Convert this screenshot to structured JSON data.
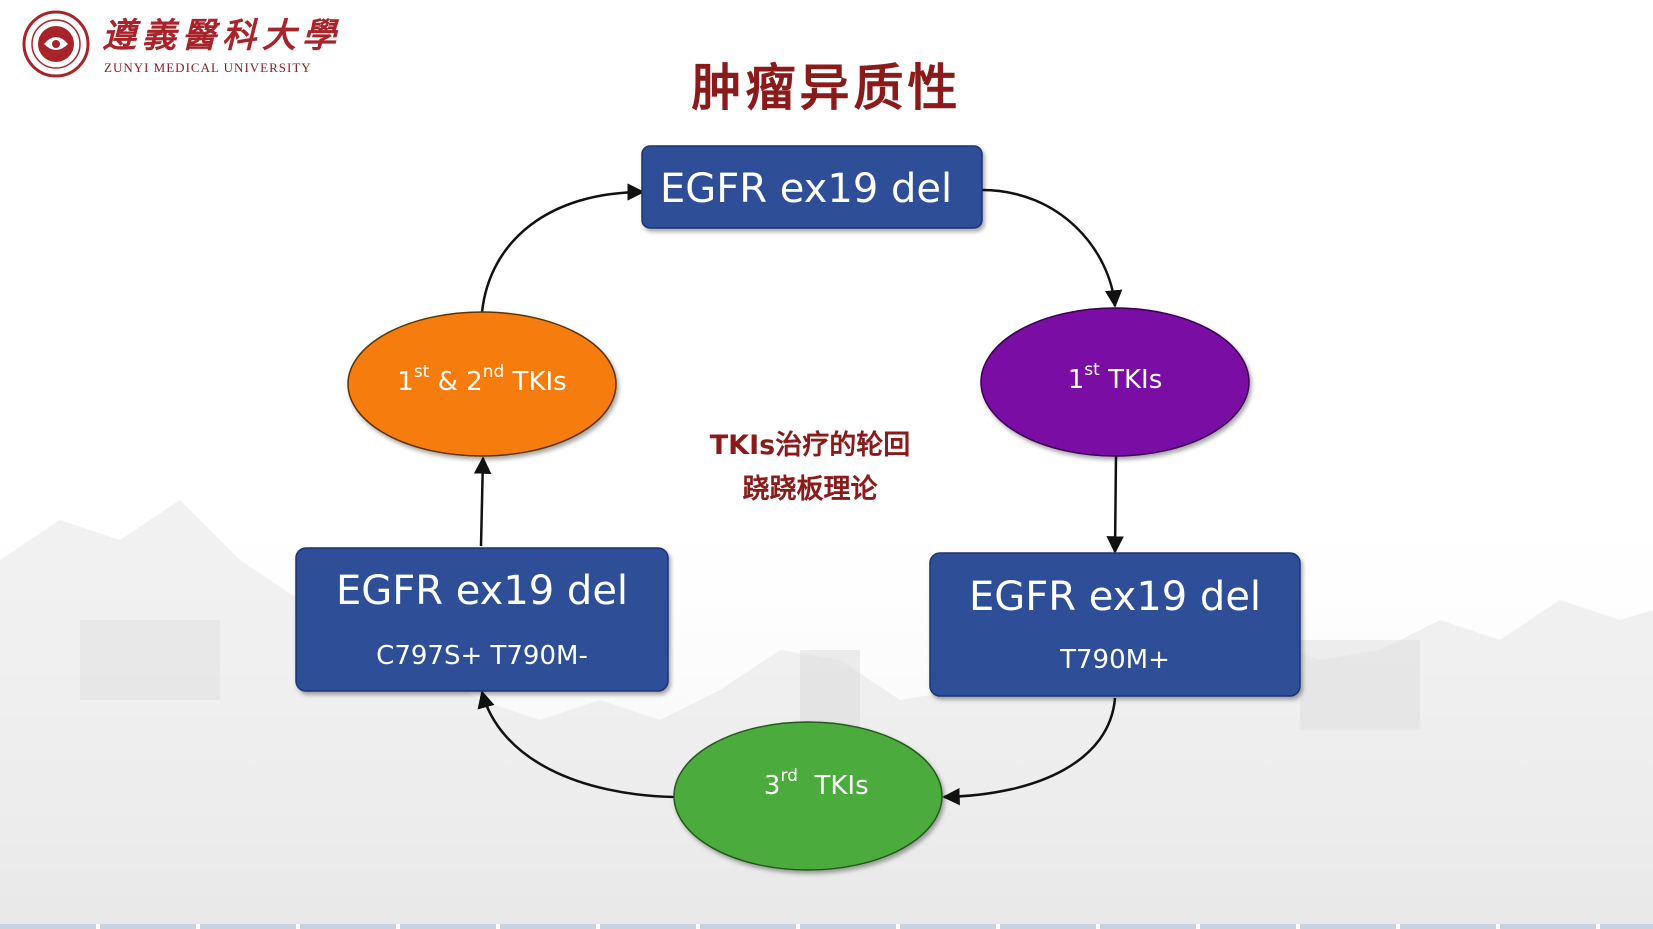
{
  "header": {
    "university_cn": "遵義醫科大學",
    "university_en": "ZUNYI MEDICAL UNIVERSITY",
    "title": "肿瘤异质性"
  },
  "diagram": {
    "top_box": {
      "main": "EGFR ex19 del"
    },
    "right_box": {
      "main": "EGFR ex19 del",
      "sub": "T790M+"
    },
    "left_box": {
      "main": "EGFR ex19 del",
      "sub": "C797S+ T790M-"
    },
    "ellipse_left": {
      "parts": [
        "1",
        "st",
        " & 2",
        "nd",
        " TKIs"
      ],
      "color": "#f57c0a"
    },
    "ellipse_right": {
      "parts": [
        "1",
        "st",
        " TKIs"
      ],
      "color": "#7a0aa3"
    },
    "ellipse_bottom": {
      "parts": [
        "3",
        "rd",
        "  TKIs"
      ],
      "color": "#4bab3c"
    },
    "center_note": {
      "line1": "TKIs治疗的轮回",
      "line2": "跷跷板理论"
    },
    "box_color": "#2e4f97"
  }
}
